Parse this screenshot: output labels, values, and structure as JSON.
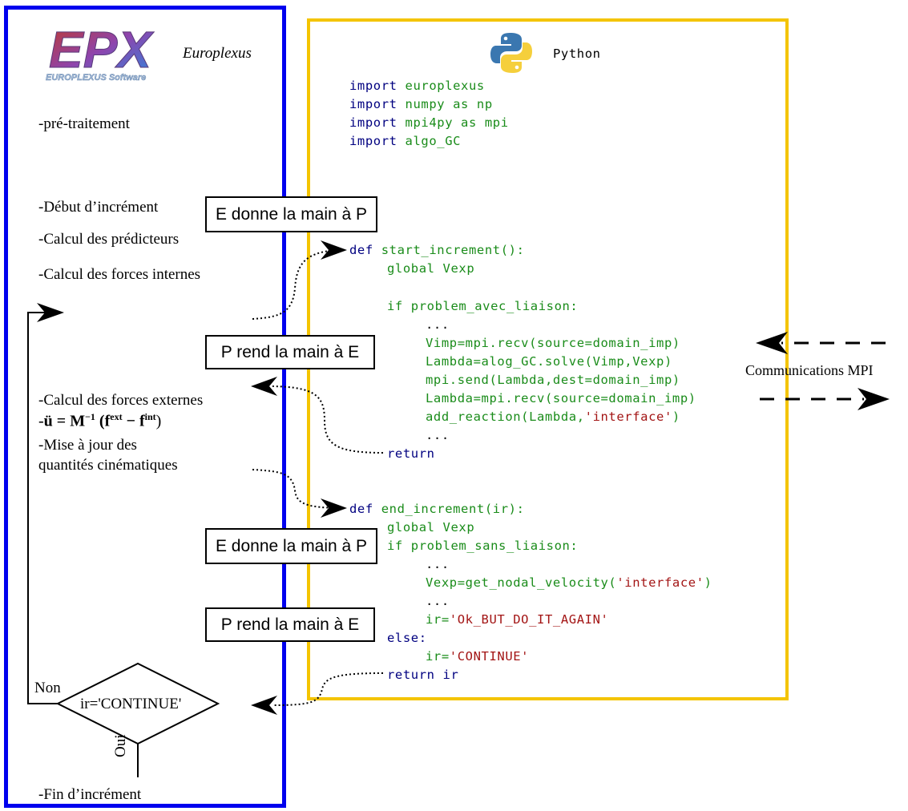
{
  "epx": {
    "logo_text": "EPX",
    "logo_subtext": "EUROPLEXUS Software",
    "title": "Europlexus",
    "steps": {
      "pretraitement": "-pré-traitement",
      "debut": "-Début d’incrément",
      "predicteurs": "-Calcul des prédicteurs",
      "forces_internes": "-Calcul des forces internes",
      "forces_externes": "-Calcul des forces externes",
      "acceleration_prefix": "-",
      "acceleration_lhs": "ü = M",
      "acceleration_exp": "−1",
      "acceleration_rhs_open": " (f",
      "acceleration_ext": "ext",
      "acceleration_minus": " − f",
      "acceleration_int": "int",
      "acceleration_close": ")",
      "maj_line1": "-Mise à jour des",
      "maj_line2": "quantités cinématiques",
      "fin": "-Fin d’incrément"
    },
    "decision": {
      "condition": "ir='CONTINUE'",
      "no": "Non",
      "yes": "Oui"
    }
  },
  "handoffs": {
    "e_to_p_1": "E donne la main à P",
    "p_to_e_1": "P rend la main à E",
    "e_to_p_2": "E donne la main à P",
    "p_to_e_2": "P rend la main à E"
  },
  "python": {
    "title": "Python",
    "imports": [
      {
        "kw": "import",
        "mod": "europlexus"
      },
      {
        "kw": "import",
        "mod": "numpy as np"
      },
      {
        "kw": "import",
        "mod": "mpi4py as mpi"
      },
      {
        "kw": "import",
        "mod": "algo_GC"
      }
    ],
    "start_def_kw": "def",
    "start_def_name": "start_increment():",
    "start_global": "global Vexp",
    "start_if": "if problem_avec_liaison:",
    "start_ellipsis1": "...",
    "start_vimp": "Vimp=mpi.recv(source=domain_imp)",
    "start_lambda1": "Lambda=alog_GC.solve(Vimp,Vexp)",
    "start_send": "mpi.send(Lambda,dest=domain_imp)",
    "start_lambda2": "Lambda=mpi.recv(source=domain_imp)",
    "start_add_a": "add_reaction(Lambda,",
    "start_add_b": "'interface'",
    "start_add_c": ")",
    "start_ellipsis2": "...",
    "start_return": "return",
    "end_def_kw": "def",
    "end_def_name": "end_increment(ir):",
    "end_global": "global Vexp",
    "end_if": "if problem_sans_liaison:",
    "end_ellipsis1": "...",
    "end_vexp_a": "Vexp=get_nodal_velocity(",
    "end_vexp_b": "'interface'",
    "end_vexp_c": ")",
    "end_ellipsis2": "...",
    "end_ir1_a": "ir=",
    "end_ir1_b": "'Ok_BUT_DO_IT_AGAIN'",
    "end_else": "else:",
    "end_ir2_a": "ir=",
    "end_ir2_b": "'CONTINUE'",
    "end_return": "return ir"
  },
  "mpi_label": "Communications MPI",
  "colors": {
    "epx_border": "#0000ee",
    "python_border": "#f4c400",
    "keyword": "#000080",
    "identifier": "#1a8c1a",
    "string": "#a31515"
  },
  "icons": [
    "epx-logo-icon",
    "python-logo-icon"
  ]
}
